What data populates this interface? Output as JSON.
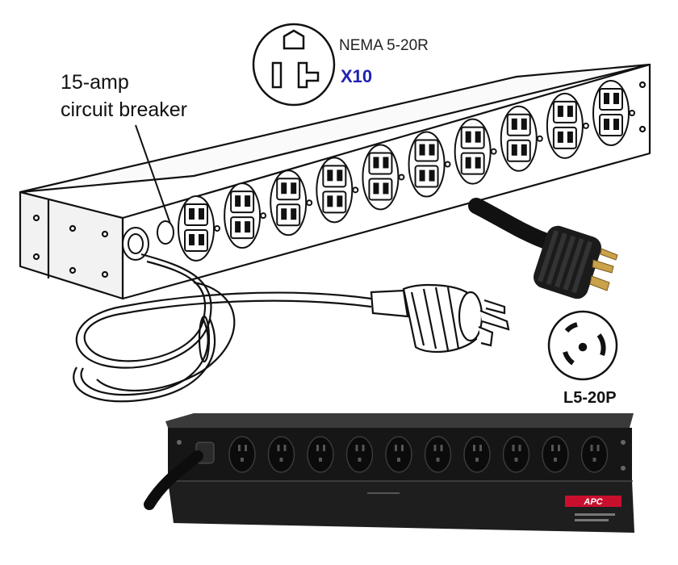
{
  "labels": {
    "breaker_line1": "15-amp",
    "breaker_line2": "circuit breaker",
    "outlet_type": "NEMA 5-20R",
    "outlet_count": "X10",
    "plug_type": "L5-20P"
  },
  "colors": {
    "count_accent": "#1f1fb4",
    "photo_body": "#161616",
    "logo_red": "#c8102e"
  },
  "photo": {
    "logo_text": "APC"
  }
}
